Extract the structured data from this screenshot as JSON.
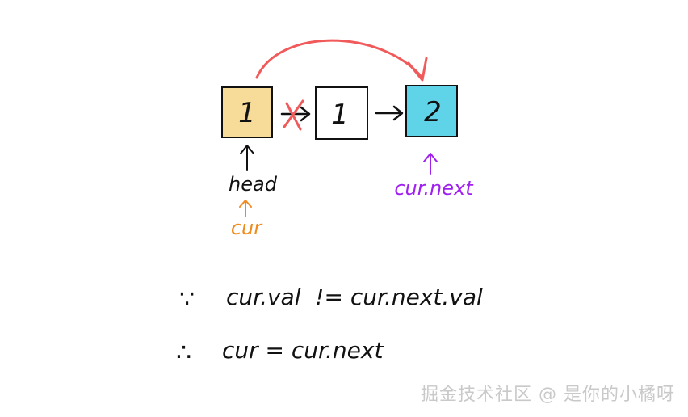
{
  "nodes": [
    {
      "value": "1",
      "fill": "#F6DC98"
    },
    {
      "value": "1",
      "fill": "#FFFFFF"
    },
    {
      "value": "2",
      "fill": "#5FD3E8"
    }
  ],
  "labels": {
    "head": "head",
    "cur": "cur",
    "cur_next": "cur.next"
  },
  "equations": {
    "line1_prefix": "∵",
    "line1_text": "cur.val  != cur.next.val",
    "line2_prefix": "∴",
    "line2_text": "cur = cur.next"
  },
  "colors": {
    "ink": "#111111",
    "red_arrow": "#F05A5A",
    "orange": "#F08A1C",
    "purple": "#A020F0"
  },
  "watermark": "掘金技术社区 @ 是你的小橘呀"
}
